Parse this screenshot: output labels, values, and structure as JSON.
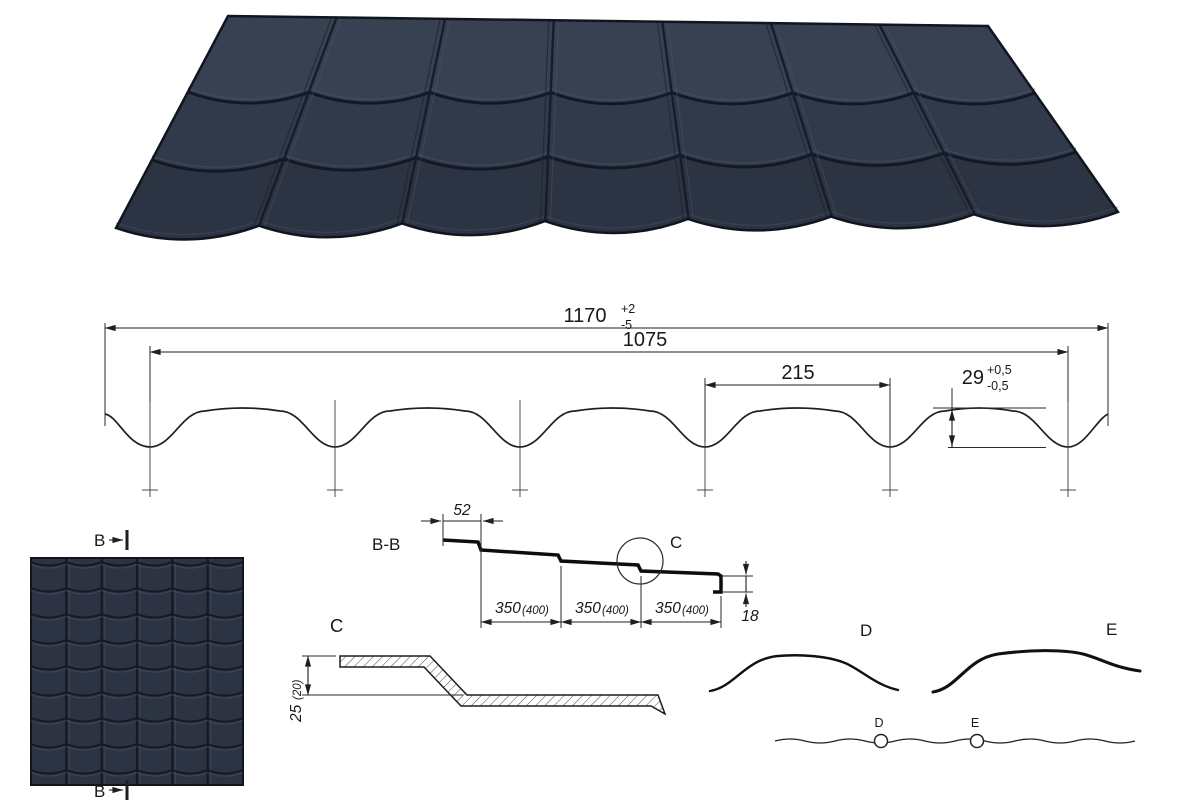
{
  "colors": {
    "tile_base": "#2c3342",
    "tile_row_mid": "#313a4a",
    "tile_row_top": "#384152",
    "tile_outline": "#10151f",
    "line_color": "#1f1f1f"
  },
  "drawing": {
    "overall_width": "1170",
    "overall_tol_up": "+2",
    "overall_tol_dn": "-5",
    "cover_width": "1075",
    "module_width": "215",
    "profile_height": "29",
    "profile_tol_up": "+0,5",
    "profile_tol_dn": "-0,5"
  },
  "plan": {
    "mark_top": "B",
    "mark_bottom": "B"
  },
  "section": {
    "title": "B-B",
    "overlap": "52",
    "modules": [
      {
        "len": "350",
        "alt": "(400)"
      },
      {
        "len": "350",
        "alt": "(400)"
      },
      {
        "len": "350",
        "alt": "(400)"
      }
    ],
    "edge": "18",
    "detail_ref": "C"
  },
  "detail_c": {
    "title": "C",
    "step": "25",
    "step_alt": "(20)"
  },
  "detail_d": {
    "title": "D",
    "marker": "D"
  },
  "detail_e": {
    "title": "E",
    "marker": "E"
  }
}
